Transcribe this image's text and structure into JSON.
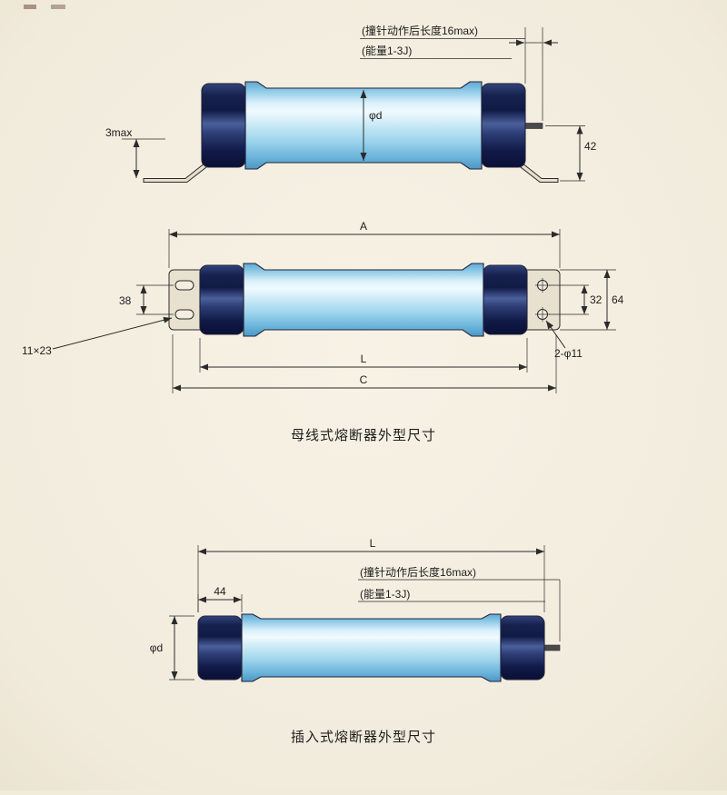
{
  "page": {
    "background": "#f1ebdc",
    "line_color": "#2b2b2b"
  },
  "busbar_fuse": {
    "caption": "母线式熔断器外型尺寸",
    "side_view": {
      "striker_note_1": "(撞针动作后长度16max)",
      "striker_note_2": "(能量1-3J)",
      "diameter": "φd",
      "foot_offset": "3max",
      "striker_height": "42"
    },
    "plan_view": {
      "overall_length": "A",
      "slot_spacing": "38",
      "slot_size": "11×23",
      "hole_spacing": "32",
      "bracket_width": "64",
      "hole_spec": "2-φ11",
      "body_length": "L",
      "mounting_length": "C"
    }
  },
  "plugin_fuse": {
    "caption": "插入式熔断器外型尺寸",
    "view": {
      "overall_length": "L",
      "striker_note_1": "(撞针动作后长度16max)",
      "striker_note_2": "(能量1-3J)",
      "cap_length": "44",
      "diameter": "φd"
    }
  }
}
